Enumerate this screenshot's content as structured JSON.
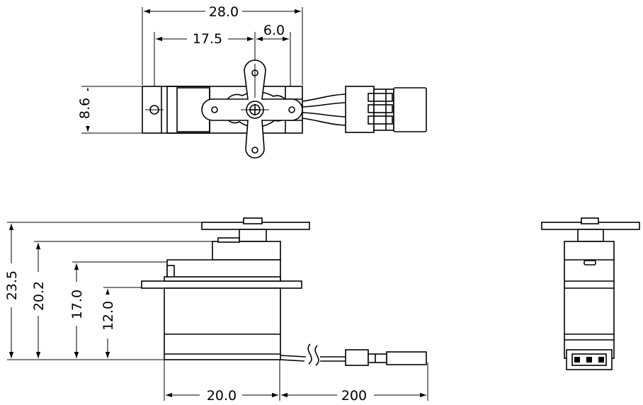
{
  "drawing": {
    "top_view": {
      "dim_overall_width": "28.0",
      "dim_mount_to_shaft": "17.5",
      "dim_shaft_to_hole": "6.0",
      "dim_height": "8.6"
    },
    "front_view": {
      "dim_total_height": "23.5",
      "dim_horn_base_height": "20.2",
      "dim_gear_top_height": "17.0",
      "dim_mount_tab_height": "12.0",
      "dim_body_width": "20.0",
      "dim_cable_length": "200"
    }
  }
}
